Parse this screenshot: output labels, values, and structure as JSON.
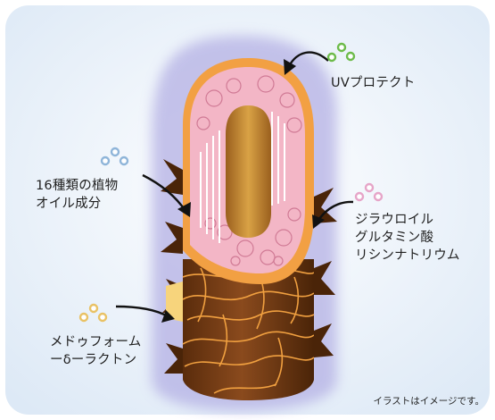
{
  "labels": {
    "uv": [
      "UVプロテクト"
    ],
    "oil": [
      "16種類の植物",
      "オイル成分"
    ],
    "glutamate": [
      "ジラウロイル",
      "グルタミン酸",
      "リシンナトリウム"
    ],
    "meadowfoam": [
      "メドゥフォーム",
      "ーδーラクトン"
    ]
  },
  "note": "イラストはイメージです。",
  "colors": {
    "background": "#e6f0fa",
    "hair_brown": "#7a3f17",
    "hair_dark": "#4a2408",
    "cortex_orange": "#f2a043",
    "cortex_pink": "#f3b6c6",
    "medulla_gold": "#c98a2e",
    "uv_glow": "#b4b0e4",
    "dots_green": "#6dbb4a",
    "dots_blue": "#8fb5d9",
    "dots_pink": "#e6a5c8",
    "dots_yellow": "#e9c265",
    "meadowfoam_patch": "#f7d47c"
  }
}
